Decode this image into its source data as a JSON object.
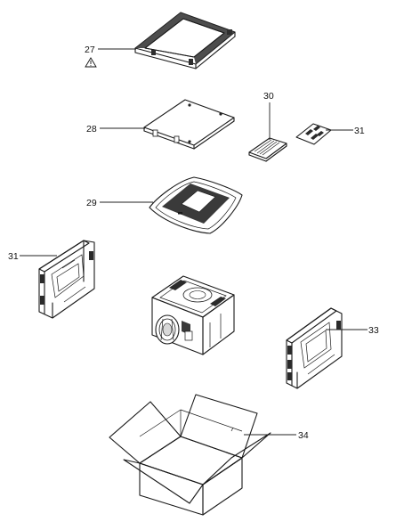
{
  "parts": [
    {
      "id": "frame",
      "callout": "27",
      "warning_icon": "warning-triangle-icon"
    },
    {
      "id": "grille-plate",
      "callout": "28"
    },
    {
      "id": "manual",
      "callout": "30"
    },
    {
      "id": "hardware-bag",
      "callout": "31"
    },
    {
      "id": "grille-cover",
      "callout": "29"
    },
    {
      "id": "left-packing-insert",
      "callout": "31"
    },
    {
      "id": "fan-housing"
    },
    {
      "id": "right-packing-insert",
      "callout": "33"
    },
    {
      "id": "carton-box",
      "callout": "34"
    }
  ],
  "colors": {
    "line": "#1a1a1a",
    "background": "#ffffff",
    "shade": "#3a3a3a",
    "light_shade": "#d8d8d8"
  }
}
